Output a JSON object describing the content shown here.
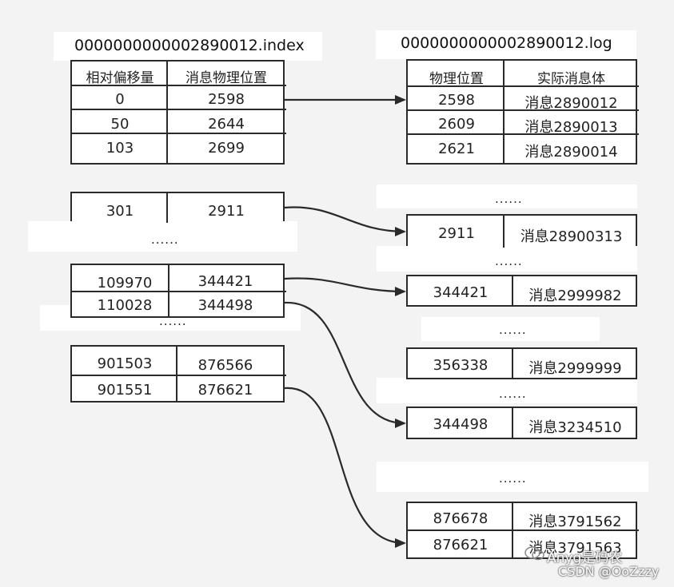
{
  "diagram": {
    "index_title": "0000000000002890012.index",
    "log_title": "0000000000002890012.log",
    "index_headers": [
      "相对偏移量",
      "消息物理位置"
    ],
    "log_headers": [
      "物理位置",
      "实际消息体"
    ],
    "index_top_rows": [
      [
        "0",
        "2598"
      ],
      [
        "50",
        "2644"
      ],
      [
        "103",
        "2699"
      ]
    ],
    "index_row_301": [
      "301",
      "2911"
    ],
    "index_group_a": [
      [
        "109970",
        "344421"
      ],
      [
        "110028",
        "344498"
      ]
    ],
    "index_group_b": [
      [
        "901503",
        "876566"
      ],
      [
        "901551",
        "876621"
      ]
    ],
    "log_top_rows": [
      [
        "2598",
        "消息2890012"
      ],
      [
        "2609",
        "消息2890013"
      ],
      [
        "2621",
        "消息2890014"
      ]
    ],
    "log_row_2911": [
      "2911",
      "消息28900313"
    ],
    "log_row_344421": [
      "344421",
      "消息2999982"
    ],
    "log_row_356338": [
      "356338",
      "消息2999999"
    ],
    "log_row_344498": [
      "344498",
      "消息3234510"
    ],
    "log_bottom_rows": [
      [
        "876678",
        "消息3791562"
      ],
      [
        "876621",
        "消息3791563"
      ]
    ],
    "ellipsis": "......"
  },
  "watermark": {
    "line1": "Anyg是码农",
    "line2": "CSDN @OoZzzy"
  },
  "colors": {
    "border": "#2a2a2a",
    "band": "#ffffff",
    "background": "#f3f3f3"
  }
}
